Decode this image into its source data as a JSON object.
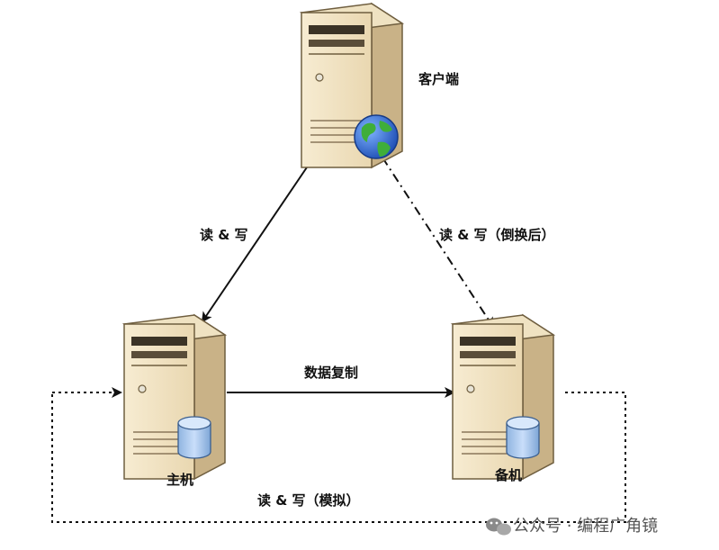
{
  "diagram": {
    "nodes": {
      "client": {
        "label": "客户端",
        "icon": "server-with-globe-icon"
      },
      "primary": {
        "label": "主机",
        "icon": "server-with-database-icon"
      },
      "standby": {
        "label": "备机",
        "icon": "server-with-database-icon"
      }
    },
    "edges": {
      "client_to_primary": {
        "label": "读 & 写"
      },
      "client_to_standby": {
        "label": "读 & 写（倒换后）"
      },
      "replication": {
        "label": "数据复制"
      },
      "simulated": {
        "label": "读 & 写（模拟）"
      }
    }
  },
  "watermark": {
    "text": "公众号 · 编程广角镜",
    "icon": "wechat-icon"
  },
  "colors": {
    "server_front": "#f2e4c4",
    "server_side": "#cdb88e",
    "database": "#a9c8ec",
    "line": "#111111"
  }
}
